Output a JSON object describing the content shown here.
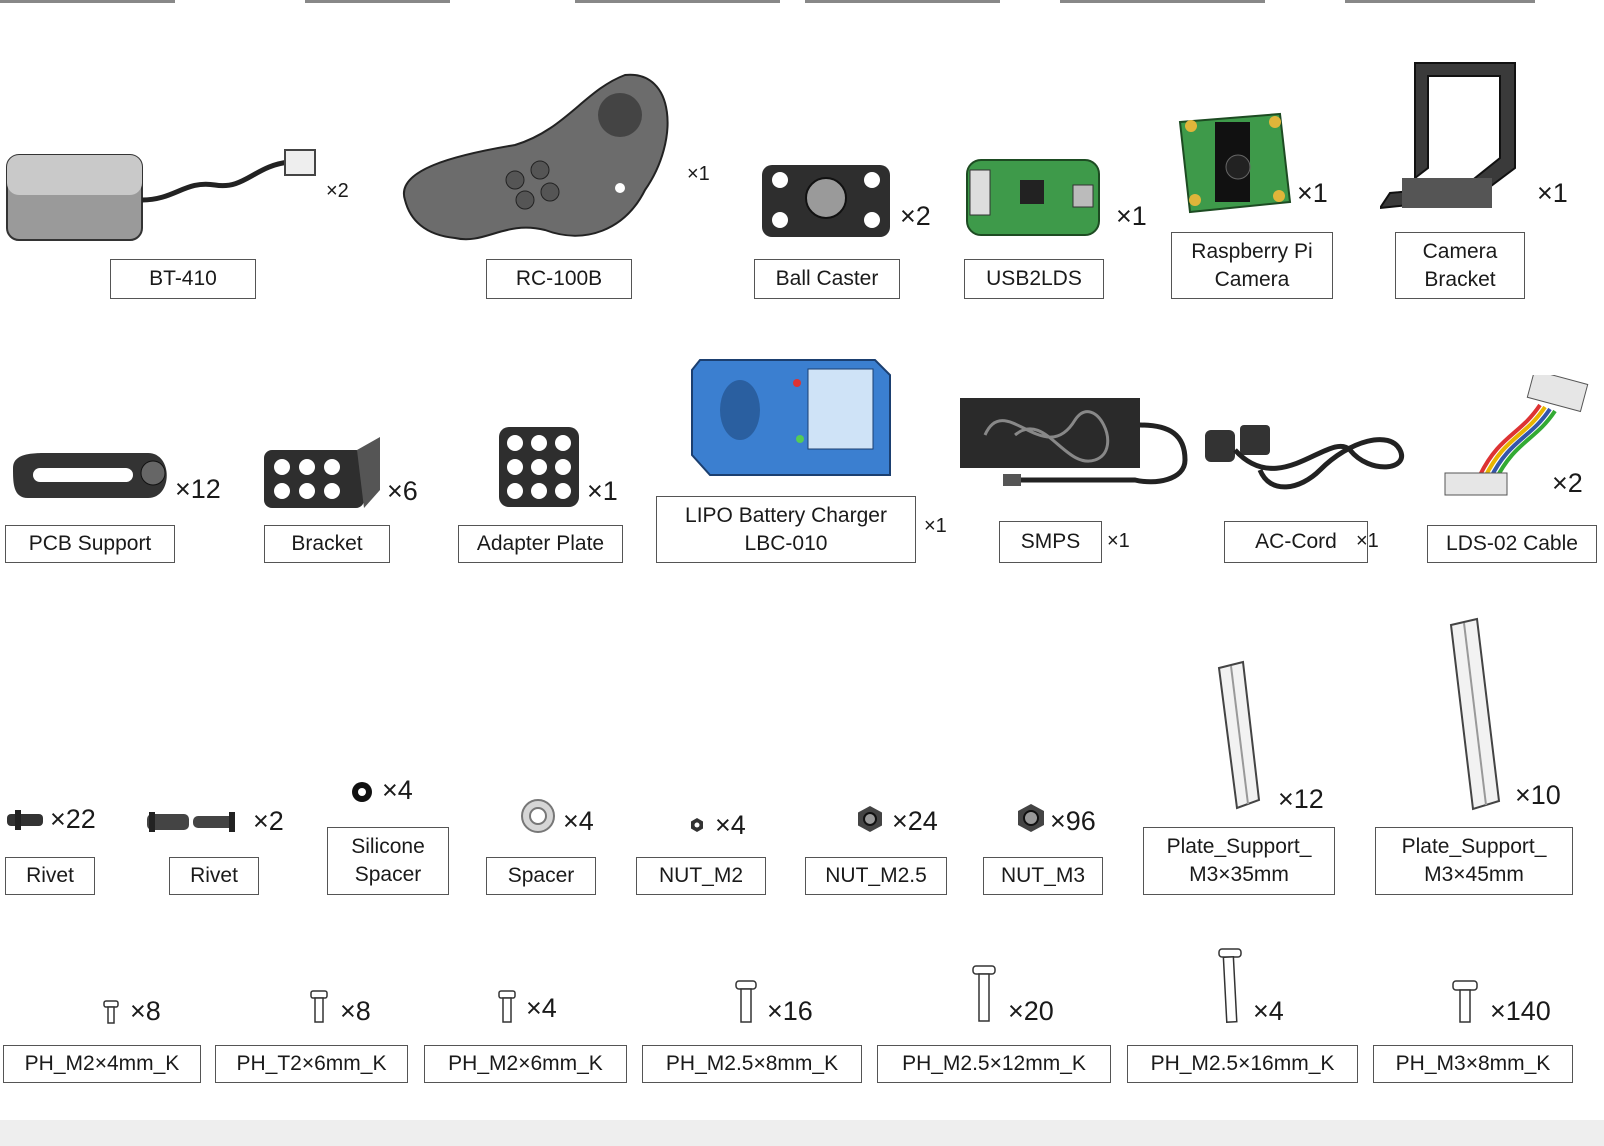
{
  "parts": {
    "bt410": {
      "label": "BT-410",
      "qty": "×2",
      "icon": "bluetooth-module-icon"
    },
    "rc100b": {
      "label": "RC-100B",
      "qty": "×1",
      "icon": "gamepad-controller-icon"
    },
    "ball": {
      "label": "Ball Caster",
      "qty": "×2",
      "icon": "ball-caster-icon"
    },
    "usb2lds": {
      "label": "USB2LDS",
      "qty": "×1",
      "icon": "usb-board-icon"
    },
    "rpicam": {
      "label": "Raspberry Pi\nCamera",
      "qty": "×1",
      "icon": "camera-module-icon"
    },
    "cambr": {
      "label": "Camera\nBracket",
      "qty": "×1",
      "icon": "camera-bracket-icon"
    },
    "pcbsup": {
      "label": "PCB Support",
      "qty": "×12",
      "icon": "pcb-support-icon"
    },
    "bracket": {
      "label": "Bracket",
      "qty": "×6",
      "icon": "bracket-icon"
    },
    "adapter": {
      "label": "Adapter Plate",
      "qty": "×1",
      "icon": "adapter-plate-icon"
    },
    "charger": {
      "label": "LIPO Battery Charger\nLBC-010",
      "qty": "×1",
      "icon": "battery-charger-icon"
    },
    "smps": {
      "label": "SMPS",
      "qty": "×1",
      "icon": "power-supply-icon"
    },
    "accord": {
      "label": "AC-Cord",
      "qty": "×1",
      "icon": "ac-cord-icon"
    },
    "lds": {
      "label": "LDS-02 Cable",
      "qty": "×2",
      "icon": "ribbon-cable-icon"
    },
    "rivet1": {
      "label": "Rivet",
      "qty": "×22",
      "icon": "rivet-icon"
    },
    "rivet2": {
      "label": "Rivet",
      "qty": "×2",
      "icon": "rivet-icon"
    },
    "silsp": {
      "label": "Silicone\nSpacer",
      "qty": "×4",
      "icon": "silicone-spacer-icon"
    },
    "spacer": {
      "label": "Spacer",
      "qty": "×4",
      "icon": "spacer-icon"
    },
    "nutm2": {
      "label": "NUT_M2",
      "qty": "×4",
      "icon": "nut-icon"
    },
    "nutm25": {
      "label": "NUT_M2.5",
      "qty": "×24",
      "icon": "nut-icon"
    },
    "nutm3": {
      "label": "NUT_M3",
      "qty": "×96",
      "icon": "nut-icon"
    },
    "ps35": {
      "label": "Plate_Support_\nM3×35mm",
      "qty": "×12",
      "icon": "standoff-icon"
    },
    "ps45": {
      "label": "Plate_Support_\nM3×45mm",
      "qty": "×10",
      "icon": "standoff-icon"
    },
    "s1": {
      "label": "PH_M2×4mm_K",
      "qty": "×8",
      "icon": "screw-icon"
    },
    "s2": {
      "label": "PH_T2×6mm_K",
      "qty": "×8",
      "icon": "screw-icon"
    },
    "s3": {
      "label": "PH_M2×6mm_K",
      "qty": "×4",
      "icon": "screw-icon"
    },
    "s4": {
      "label": "PH_M2.5×8mm_K",
      "qty": "×16",
      "icon": "screw-icon"
    },
    "s5": {
      "label": "PH_M2.5×12mm_K",
      "qty": "×20",
      "icon": "screw-icon"
    },
    "s6": {
      "label": "PH_M2.5×16mm_K",
      "qty": "×4",
      "icon": "screw-icon"
    },
    "s7": {
      "label": "PH_M3×8mm_K",
      "qty": "×140",
      "icon": "screw-icon"
    }
  },
  "colors": {
    "line": "#555555",
    "part_dark": "#4a4a4a",
    "charger_blue": "#3b7fd0",
    "pcb_green": "#3e9a4a"
  }
}
